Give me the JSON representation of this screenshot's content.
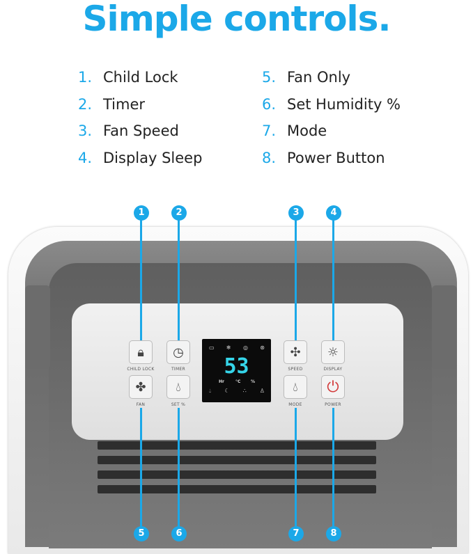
{
  "title": "Simple controls.",
  "accent_color": "#1ba8e8",
  "features": [
    {
      "num": "1.",
      "label": "Child Lock"
    },
    {
      "num": "2.",
      "label": "Timer"
    },
    {
      "num": "3.",
      "label": "Fan Speed"
    },
    {
      "num": "4.",
      "label": "Display Sleep"
    },
    {
      "num": "5.",
      "label": "Fan Only"
    },
    {
      "num": "6.",
      "label": "Set Humidity %"
    },
    {
      "num": "7.",
      "label": "Mode"
    },
    {
      "num": "8.",
      "label": "Power Button"
    }
  ],
  "callouts": [
    "1",
    "2",
    "3",
    "4",
    "5",
    "6",
    "7",
    "8"
  ],
  "buttons": {
    "child_lock": "CHILD LOCK",
    "timer": "TIMER",
    "speed": "SPEED",
    "display": "DISPLAY",
    "fan": "FAN",
    "set": "SET %",
    "mode": "MODE",
    "power": "POWER"
  },
  "display": {
    "value": "53",
    "hr": "Hr",
    "celsius": "°C",
    "percent": "%"
  }
}
